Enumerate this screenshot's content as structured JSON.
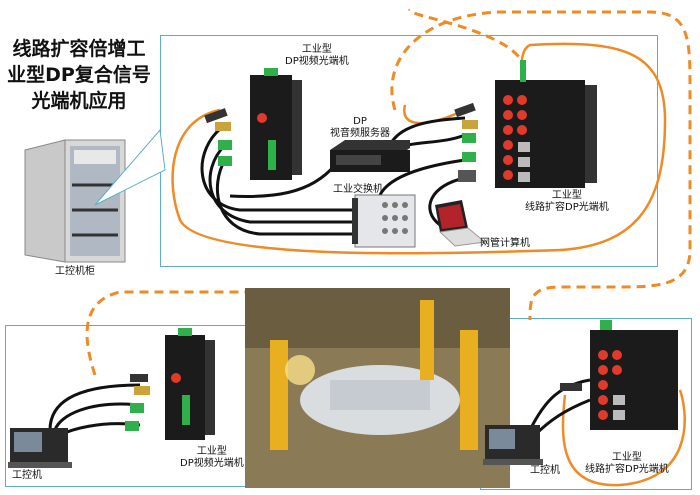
{
  "title": [
    "线路扩容倍增工",
    "业型DP复合信号",
    "光端机应用"
  ],
  "labels": {
    "top_dp_converter": [
      "工业型",
      "DP视频光端机"
    ],
    "dp_server": [
      "DP",
      "视音频服务器"
    ],
    "switch": "工业交换机",
    "nms_computer": "网管计算机",
    "top_line_converter": [
      "工业型",
      "线路扩容DP光端机"
    ],
    "cabinet": "工控机柜",
    "bl_ipc": "工控机",
    "bl_dp_converter": [
      "工业型",
      "DP视频光端机"
    ],
    "br_ipc": "工控机",
    "br_line_converter": [
      "工业型",
      "线路扩容DP光端机"
    ]
  },
  "colors": {
    "panel_border": "#5aaecb",
    "fiber": "#f08a24",
    "cable": "#111111",
    "device": "#1b1b1b",
    "fiber_port": "#e23a2a",
    "terminal": "#2fb04a"
  }
}
